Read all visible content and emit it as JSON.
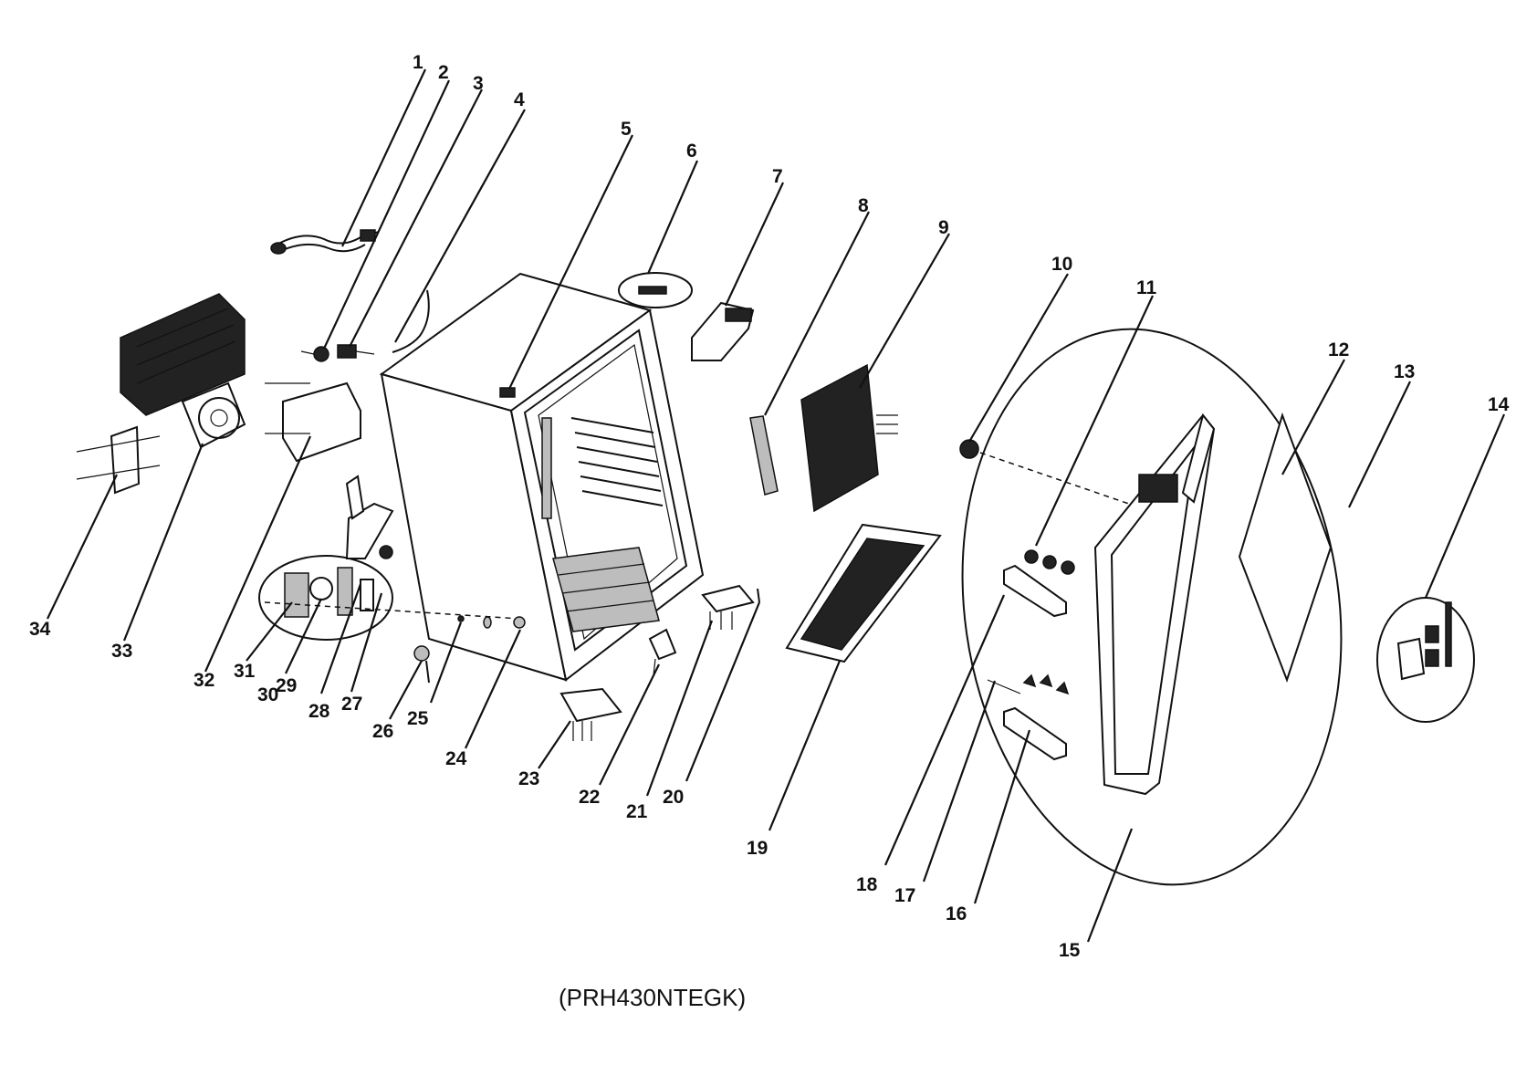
{
  "model": "(PRH430NTEGK)",
  "callouts": [
    "1",
    "2",
    "3",
    "4",
    "5",
    "6",
    "7",
    "8",
    "9",
    "10",
    "11",
    "12",
    "13",
    "14",
    "15",
    "16",
    "17",
    "18",
    "19",
    "20",
    "21",
    "22",
    "23",
    "24",
    "25",
    "26",
    "27",
    "28",
    "29",
    "30",
    "31",
    "32",
    "33",
    "34"
  ],
  "colors": {
    "ink": "#111111",
    "paper": "#ffffff",
    "shade": "#bdbdbd"
  }
}
